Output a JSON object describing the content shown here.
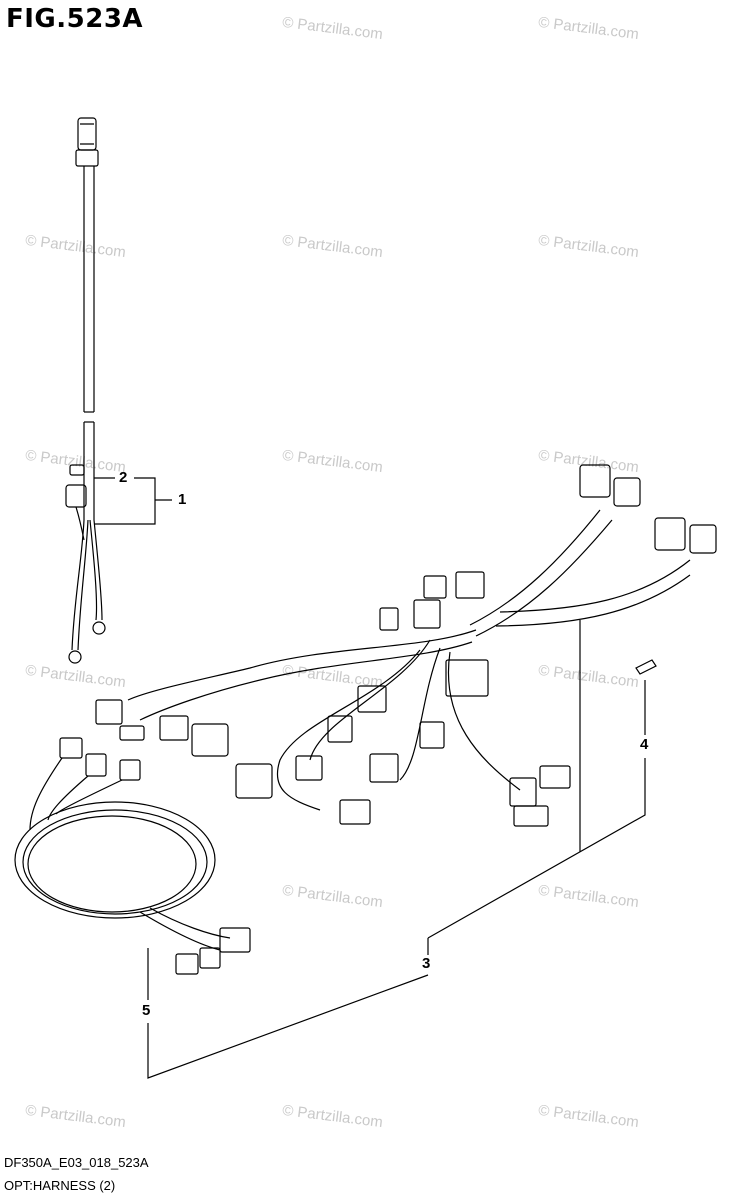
{
  "figure": {
    "title": "FIG.523A"
  },
  "watermark": {
    "text": "© Partzilla.com"
  },
  "callouts": [
    {
      "id": "1",
      "label": "1"
    },
    {
      "id": "2",
      "label": "2"
    },
    {
      "id": "3",
      "label": "3"
    },
    {
      "id": "4",
      "label": "4"
    },
    {
      "id": "5",
      "label": "5"
    }
  ],
  "footer": {
    "code": "DF350A_E03_018_523A",
    "caption": "OPT:HARNESS (2)"
  },
  "colors": {
    "line": "#000000",
    "watermark": "#c9c9c9"
  }
}
